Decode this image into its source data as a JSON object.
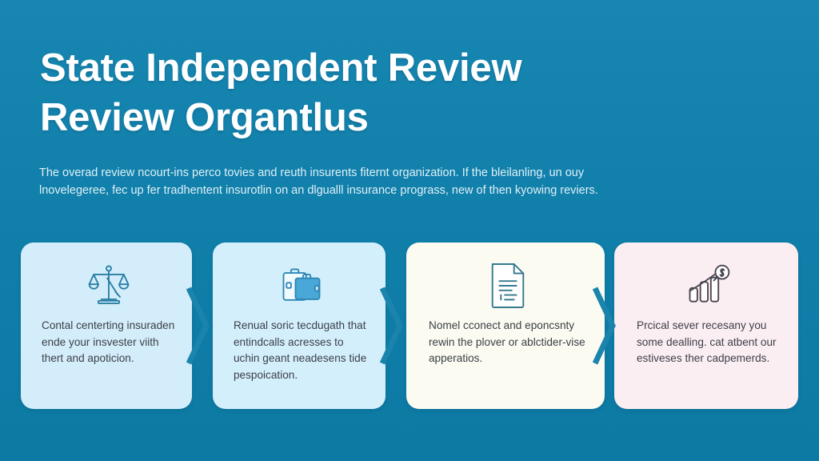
{
  "theme": {
    "background": "#1282ad",
    "headline_color": "#ffffff",
    "subcopy_color": "#dff0f7",
    "card_text_color": "#3b3f47",
    "connector_color": "#1b84ad",
    "card1_bg": "#d4edfa",
    "card2_bg": "#d3effc",
    "card3_bg": "#fbfbf1",
    "card4_bg": "#fbeef3"
  },
  "header": {
    "title_line1": "State Independent Review",
    "title_line2": "Review Organtlus",
    "subcopy": "The overad review ncourt-ins perco tovies and reuth insurents fiternt organization. If the bleilanling, un ouy lnovelegeree, fec up fer tradhentent insurotlin on an dlgualll insurance prograss, new of then kyowing reviers."
  },
  "cards": [
    {
      "id": "card-1",
      "icon": "scales-of-justice-icon",
      "bg": "#d4edfa",
      "text": "Contal centerting insuraden ende your insvester viith thert and apoticion."
    },
    {
      "id": "card-2",
      "icon": "briefcase-icon",
      "bg": "#d3effc",
      "text": "Renual soric tecdugath that entindcalls acresses to uchin geant neadesens tide pespoication."
    },
    {
      "id": "card-3",
      "icon": "document-file-icon",
      "bg": "#fbfbf1",
      "text": "Nomel cconect and eponcsnty rewin the plover or ablctider-vise apperatios."
    },
    {
      "id": "card-4",
      "icon": "bar-chart-magnifier-icon",
      "bg": "#fbeef3",
      "text": "Prcical sever recesany you some dealling. cat atbent our estiveses ther cadpemerds."
    }
  ],
  "connectors": [
    {
      "id": "connector-1",
      "icon": "chevron-right-icon"
    },
    {
      "id": "connector-2",
      "icon": "chevron-right-icon"
    },
    {
      "id": "connector-3",
      "icon": "chevron-right-icon"
    }
  ]
}
